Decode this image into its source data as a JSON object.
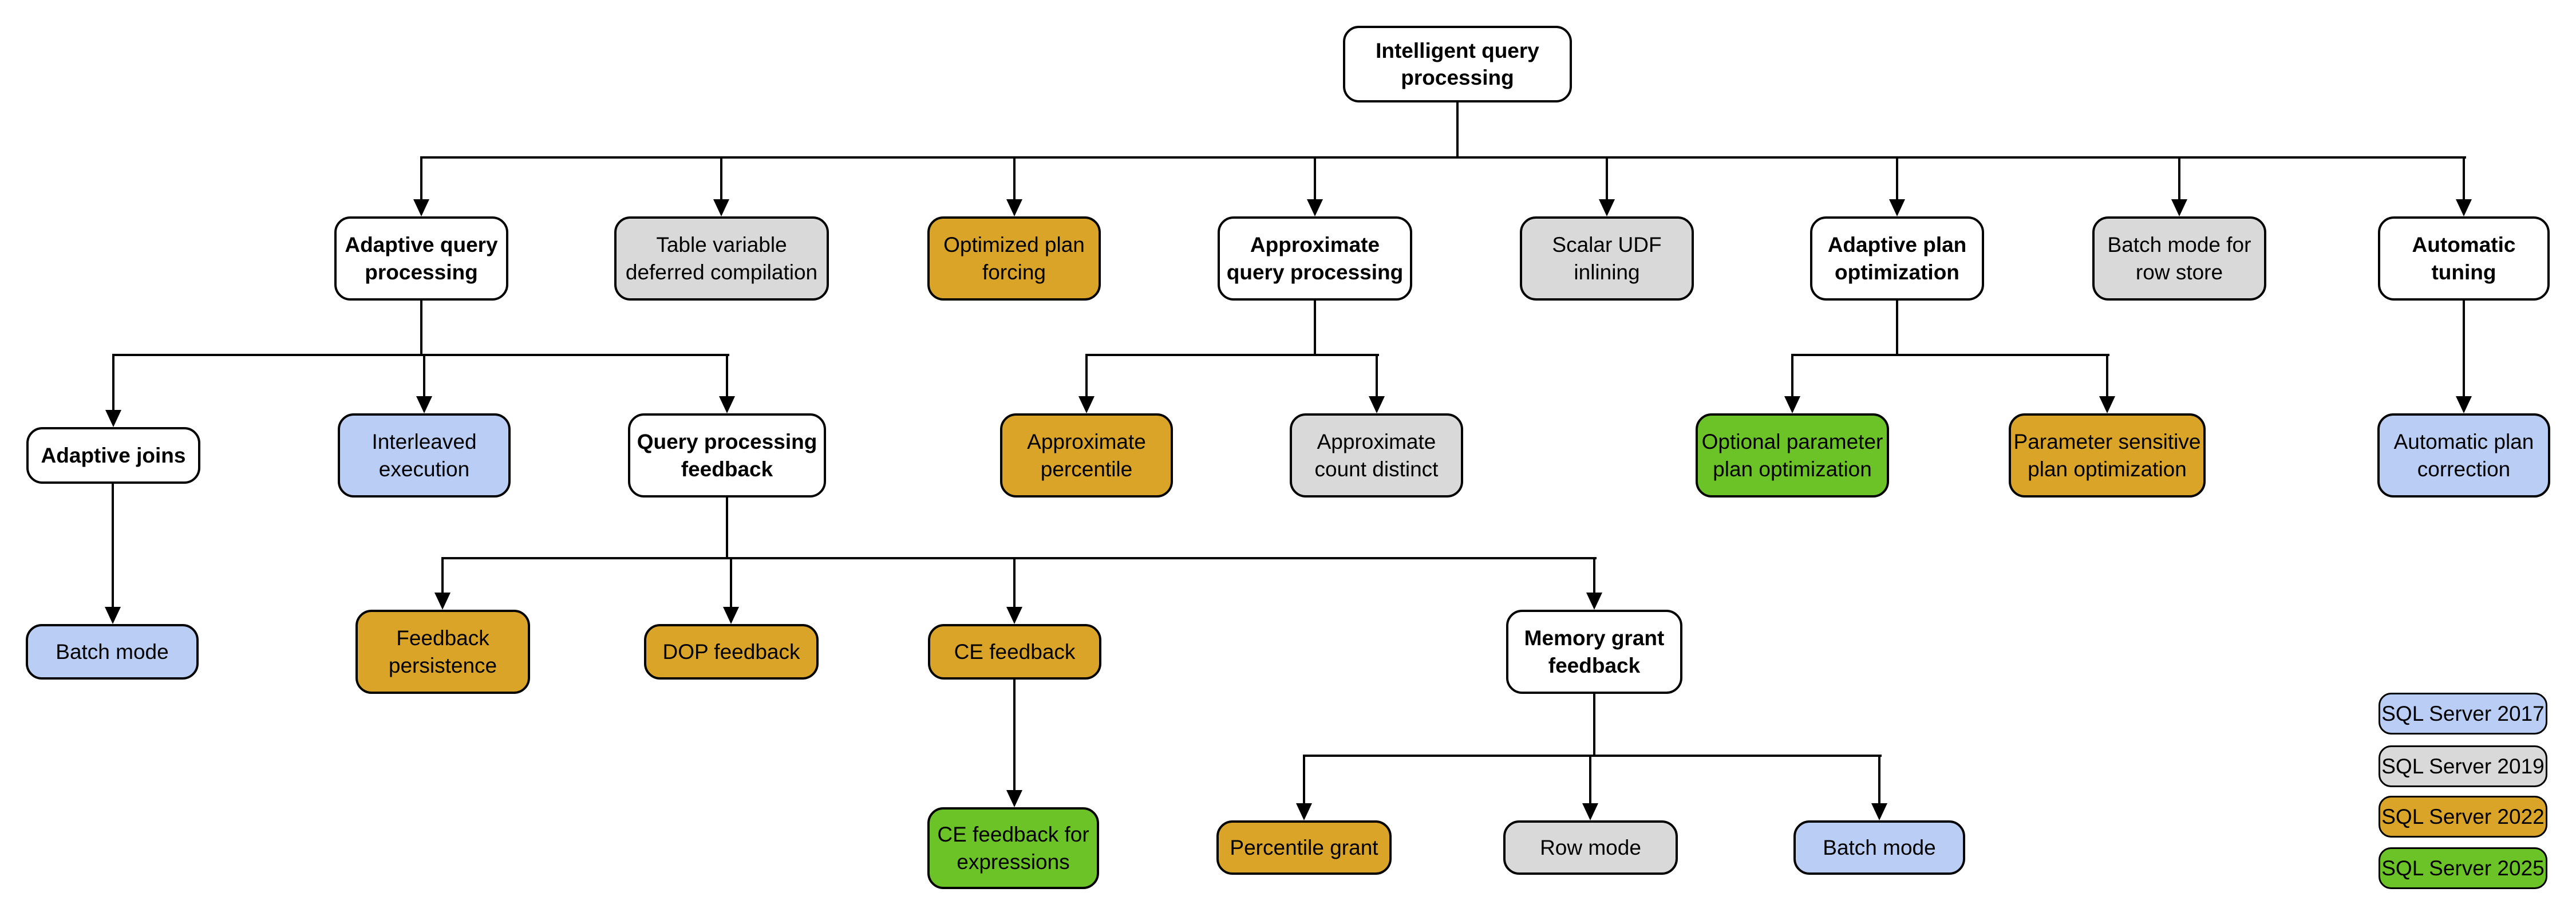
{
  "diagram_title": "Intelligent query processing",
  "palette": {
    "white": "#ffffff",
    "gray": "#d9d9d9",
    "blue": "#b9cdf5",
    "gold": "#d9a427",
    "green": "#6cc327",
    "line": "#000000",
    "text": "#000000",
    "background": "#ffffff"
  },
  "nodes": {
    "iqp": {
      "label": "Intelligent query\nprocessing",
      "color": "white"
    },
    "aqp": {
      "label": "Adaptive query\nprocessing",
      "color": "white"
    },
    "tvdc": {
      "label": "Table variable\ndeferred compilation",
      "color": "gray"
    },
    "opf": {
      "label": "Optimized plan\nforcing",
      "color": "gold"
    },
    "aqpr": {
      "label": "Approximate\nquery processing",
      "color": "white"
    },
    "sudf": {
      "label": "Scalar UDF\ninlining",
      "color": "gray"
    },
    "apo": {
      "label": "Adaptive plan\noptimization",
      "color": "white"
    },
    "bmrs": {
      "label": "Batch mode for\nrow store",
      "color": "gray"
    },
    "atun": {
      "label": "Automatic\ntuning",
      "color": "white"
    },
    "aj": {
      "label": "Adaptive joins",
      "color": "white"
    },
    "ie": {
      "label": "Interleaved\nexecution",
      "color": "blue"
    },
    "qpf": {
      "label": "Query processing\nfeedback",
      "color": "white"
    },
    "aper": {
      "label": "Approximate\npercentile",
      "color": "gold"
    },
    "acd": {
      "label": "Approximate\ncount distinct",
      "color": "gray"
    },
    "oppo": {
      "label": "Optional parameter\nplan optimization",
      "color": "green"
    },
    "pspo": {
      "label": "Parameter sensitive\nplan optimization",
      "color": "gold"
    },
    "apc": {
      "label": "Automatic plan\ncorrection",
      "color": "blue"
    },
    "bm_aj": {
      "label": "Batch mode",
      "color": "blue"
    },
    "fp": {
      "label": "Feedback\npersistence",
      "color": "gold"
    },
    "dopf": {
      "label": "DOP feedback",
      "color": "gold"
    },
    "cef": {
      "label": "CE feedback",
      "color": "gold"
    },
    "mgf": {
      "label": "Memory grant\nfeedback",
      "color": "white"
    },
    "cefe": {
      "label": "CE feedback for\nexpressions",
      "color": "green"
    },
    "pg": {
      "label": "Percentile grant",
      "color": "gold"
    },
    "rm": {
      "label": "Row mode",
      "color": "gray"
    },
    "bm_mgf": {
      "label": "Batch mode",
      "color": "blue"
    }
  },
  "hierarchy": {
    "Intelligent query processing": [
      "Adaptive query processing",
      "Table variable deferred compilation",
      "Optimized plan forcing",
      "Approximate query processing",
      "Scalar UDF inlining",
      "Adaptive plan optimization",
      "Batch mode for row store",
      "Automatic tuning"
    ],
    "Adaptive query processing": [
      "Adaptive joins",
      "Interleaved execution",
      "Query processing feedback"
    ],
    "Approximate query processing": [
      "Approximate percentile",
      "Approximate count distinct"
    ],
    "Adaptive plan optimization": [
      "Optional parameter plan optimization",
      "Parameter sensitive plan optimization"
    ],
    "Automatic tuning": [
      "Automatic plan correction"
    ],
    "Adaptive joins": [
      "Batch mode"
    ],
    "Query processing feedback": [
      "Feedback persistence",
      "DOP feedback",
      "CE feedback",
      "Memory grant feedback"
    ],
    "CE feedback": [
      "CE feedback for expressions"
    ],
    "Memory grant feedback": [
      "Percentile grant",
      "Row mode",
      "Batch mode"
    ]
  },
  "legend": {
    "items": [
      {
        "label": "SQL Server 2017",
        "color": "blue"
      },
      {
        "label": "SQL Server 2019",
        "color": "gray"
      },
      {
        "label": "SQL Server 2022",
        "color": "gold"
      },
      {
        "label": "SQL Server 2025",
        "color": "green"
      }
    ]
  }
}
